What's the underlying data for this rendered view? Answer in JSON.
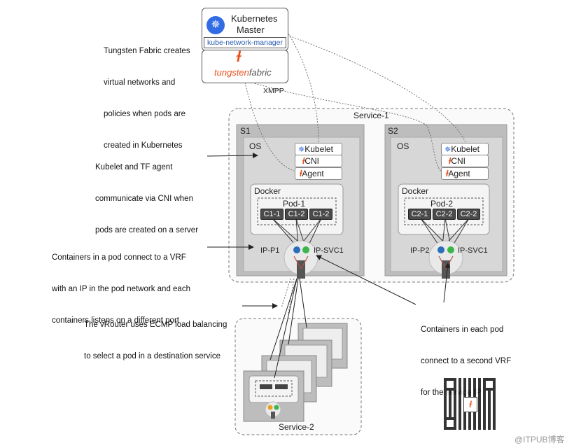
{
  "master": {
    "title_line1": "Kubernetes",
    "title_line2": "Master",
    "plugin": "kube-network-manager"
  },
  "tf_logo": {
    "brand_a": "tungsten",
    "brand_b": "fabric"
  },
  "xmpp_label": "XMPP",
  "service1": {
    "label": "Service-1"
  },
  "servers": [
    {
      "name": "S1",
      "os": "OS",
      "kubelet": "Kubelet",
      "cni": "CNI",
      "agent": "Agent",
      "docker": "Docker",
      "pod": "Pod-1",
      "containers": [
        "C1-1",
        "C1-2",
        "C1-2"
      ],
      "ip_pod": "IP-P1",
      "ip_svc": "IP-SVC1"
    },
    {
      "name": "S2",
      "os": "OS",
      "kubelet": "Kubelet",
      "cni": "CNI",
      "agent": "Agent",
      "docker": "Docker",
      "pod": "Pod-2",
      "containers": [
        "C2-1",
        "C2-2",
        "C2-2"
      ],
      "ip_pod": "IP-P2",
      "ip_svc": "IP-SVC1"
    }
  ],
  "service2": {
    "label": "Service-2"
  },
  "notes": {
    "tf_creates": [
      "Tungsten Fabric creates",
      "virtual networks and",
      "policies when pods are",
      "created in Kubernetes"
    ],
    "kubelet_cni": [
      "Kubelet and TF agent",
      "communicate via CNI when",
      "pods are created on a server"
    ],
    "containers_vrf": [
      "Containers in a pod connect to a VRF",
      "with an IP in the pod network and each",
      "containers listens on a different port"
    ],
    "ecmp": [
      "The vRouter uses ECMP load balancing",
      "to select a pod in a destination service"
    ],
    "second_vrf": [
      "Containers in each pod",
      "connect to a second VRF",
      "for the service IP"
    ]
  },
  "watermark": "@ITPUB博客",
  "colors": {
    "k8s_blue": "#326ce5",
    "tf_orange": "#e8501e",
    "vrf_blue": "#2a6ebb",
    "vrf_green": "#3bb54a"
  }
}
